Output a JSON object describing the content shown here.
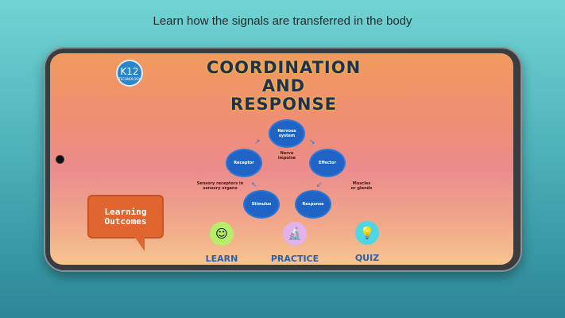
{
  "caption": "Learn how the signals are transferred in the body",
  "logo": {
    "text": "K12",
    "sub": "TECHNOLOGY"
  },
  "title": [
    "COORDINATION",
    "AND",
    "RESPONSE"
  ],
  "cycle": {
    "nodes": [
      "Nervous system",
      "Effector",
      "Response",
      "Stimulus",
      "Receptor"
    ],
    "notes": {
      "center": "Nerve impulse",
      "left": "Sensory receptors in sensory organs",
      "right": "Muscles or glands"
    }
  },
  "learning_outcomes": "Learning Outcomes",
  "actions": [
    {
      "label": "LEARN",
      "icon": "brain-head-icon",
      "color": "#b6ee6a"
    },
    {
      "label": "PRACTICE",
      "icon": "microscope-icon",
      "color": "#e2b2ea"
    },
    {
      "label": "QUIZ",
      "icon": "lightbulb-icon",
      "color": "#4fd6e6"
    }
  ]
}
